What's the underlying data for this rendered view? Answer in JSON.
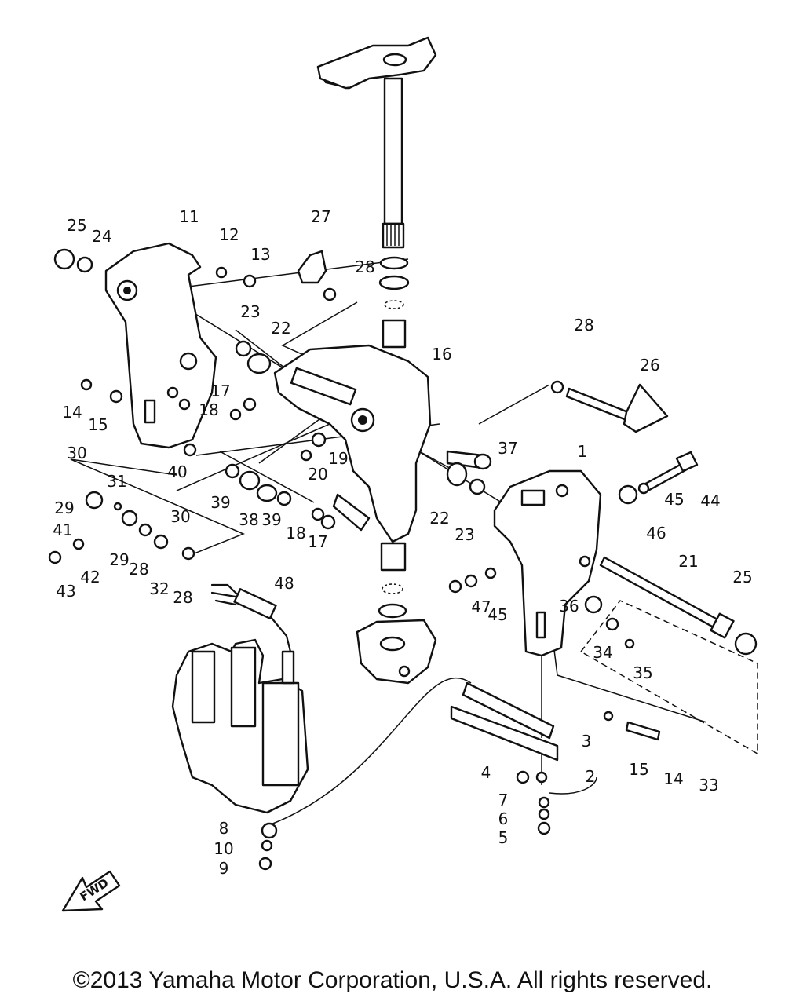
{
  "diagram": {
    "callouts": [
      {
        "id": "c1",
        "label": "1"
      },
      {
        "id": "c2",
        "label": "2"
      },
      {
        "id": "c3",
        "label": "3"
      },
      {
        "id": "c4",
        "label": "4"
      },
      {
        "id": "c5",
        "label": "5"
      },
      {
        "id": "c6",
        "label": "6"
      },
      {
        "id": "c7",
        "label": "7"
      },
      {
        "id": "c8",
        "label": "8"
      },
      {
        "id": "c9",
        "label": "9"
      },
      {
        "id": "c10",
        "label": "10"
      },
      {
        "id": "c11",
        "label": "11"
      },
      {
        "id": "c12",
        "label": "12"
      },
      {
        "id": "c13",
        "label": "13"
      },
      {
        "id": "c14a",
        "label": "14"
      },
      {
        "id": "c14b",
        "label": "14"
      },
      {
        "id": "c15a",
        "label": "15"
      },
      {
        "id": "c15b",
        "label": "15"
      },
      {
        "id": "c16",
        "label": "16"
      },
      {
        "id": "c17a",
        "label": "17"
      },
      {
        "id": "c17b",
        "label": "17"
      },
      {
        "id": "c18a",
        "label": "18"
      },
      {
        "id": "c18b",
        "label": "18"
      },
      {
        "id": "c19",
        "label": "19"
      },
      {
        "id": "c20",
        "label": "20"
      },
      {
        "id": "c21",
        "label": "21"
      },
      {
        "id": "c22a",
        "label": "22"
      },
      {
        "id": "c22b",
        "label": "22"
      },
      {
        "id": "c23a",
        "label": "23"
      },
      {
        "id": "c23b",
        "label": "23"
      },
      {
        "id": "c24",
        "label": "24"
      },
      {
        "id": "c25a",
        "label": "25"
      },
      {
        "id": "c25b",
        "label": "25"
      },
      {
        "id": "c26",
        "label": "26"
      },
      {
        "id": "c27",
        "label": "27"
      },
      {
        "id": "c28a",
        "label": "28"
      },
      {
        "id": "c28b",
        "label": "28"
      },
      {
        "id": "c28c",
        "label": "28"
      },
      {
        "id": "c28d",
        "label": "28"
      },
      {
        "id": "c29a",
        "label": "29"
      },
      {
        "id": "c29b",
        "label": "29"
      },
      {
        "id": "c30a",
        "label": "30"
      },
      {
        "id": "c30b",
        "label": "30"
      },
      {
        "id": "c31",
        "label": "31"
      },
      {
        "id": "c32",
        "label": "32"
      },
      {
        "id": "c33",
        "label": "33"
      },
      {
        "id": "c34",
        "label": "34"
      },
      {
        "id": "c35",
        "label": "35"
      },
      {
        "id": "c36",
        "label": "36"
      },
      {
        "id": "c37",
        "label": "37"
      },
      {
        "id": "c38",
        "label": "38"
      },
      {
        "id": "c39a",
        "label": "39"
      },
      {
        "id": "c39b",
        "label": "39"
      },
      {
        "id": "c40",
        "label": "40"
      },
      {
        "id": "c41",
        "label": "41"
      },
      {
        "id": "c42",
        "label": "42"
      },
      {
        "id": "c43",
        "label": "43"
      },
      {
        "id": "c44",
        "label": "44"
      },
      {
        "id": "c45a",
        "label": "45"
      },
      {
        "id": "c45b",
        "label": "45"
      },
      {
        "id": "c46",
        "label": "46"
      },
      {
        "id": "c47",
        "label": "47"
      },
      {
        "id": "c48",
        "label": "48"
      }
    ],
    "fwd_label": "FWD"
  },
  "footer": {
    "copyright": "©2013 Yamaha Motor Corporation, U.S.A. All rights reserved."
  }
}
